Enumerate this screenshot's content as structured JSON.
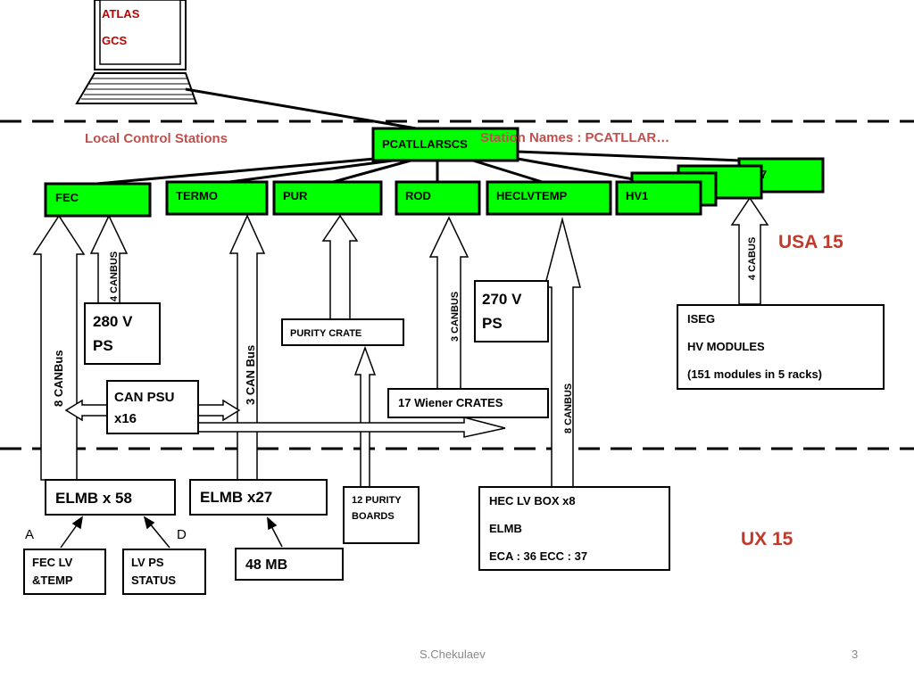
{
  "laptop": {
    "line1": "ATLAS",
    "line2": "GCS"
  },
  "labels": {
    "local_control": "Local Control Stations",
    "station_names": "Station Names :   PCATLLAR…",
    "usa15": "USA 15",
    "ux15": "UX 15",
    "footer_author": "S.Chekulaev",
    "footer_page": "3",
    "label_a": "A",
    "label_d": "D"
  },
  "stations": {
    "main": "PCATLLARSCS",
    "fec": "FEC",
    "termo": "TERMO",
    "pur": "PUR",
    "rod": "ROD",
    "heclvtemp": "HECLVTEMP",
    "hv1": "HV1",
    "hv_back": "7"
  },
  "buses": {
    "fec_8canbus": "8 CANBus",
    "fec_4canbus": "4 CANBUS",
    "termo_3canbus": "3 CAN Bus",
    "rod_3canbus": "3 CANBUS",
    "hec_8canbus": "8 CANBUS",
    "iseg_4cabus": "4 CABUS"
  },
  "boxes": {
    "ps280": [
      "280 V",
      "PS"
    ],
    "ps270": [
      "270 V",
      "PS"
    ],
    "can_psu": [
      "CAN PSU",
      "x16"
    ],
    "purity_crate": "PURITY CRATE",
    "wiener": "17 Wiener CRATES",
    "iseg": [
      "ISEG",
      "HV MODULES",
      "(151 modules in 5 racks)"
    ],
    "elmb58": "ELMB x 58",
    "elmb27": "ELMB x27",
    "purity_boards": [
      "12 PURITY",
      "BOARDS"
    ],
    "hec_lv": [
      "HEC LV BOX x8",
      "ELMB",
      "ECA : 36 ECC :  37"
    ],
    "fec_lv": [
      "FEC LV",
      "&TEMP"
    ],
    "lv_ps": [
      "LV PS",
      "STATUS"
    ],
    "mb48": "48 MB"
  },
  "colors": {
    "station_green": "#00ff00",
    "red_text": "#c0504d",
    "dark_red": "#c0392b"
  }
}
